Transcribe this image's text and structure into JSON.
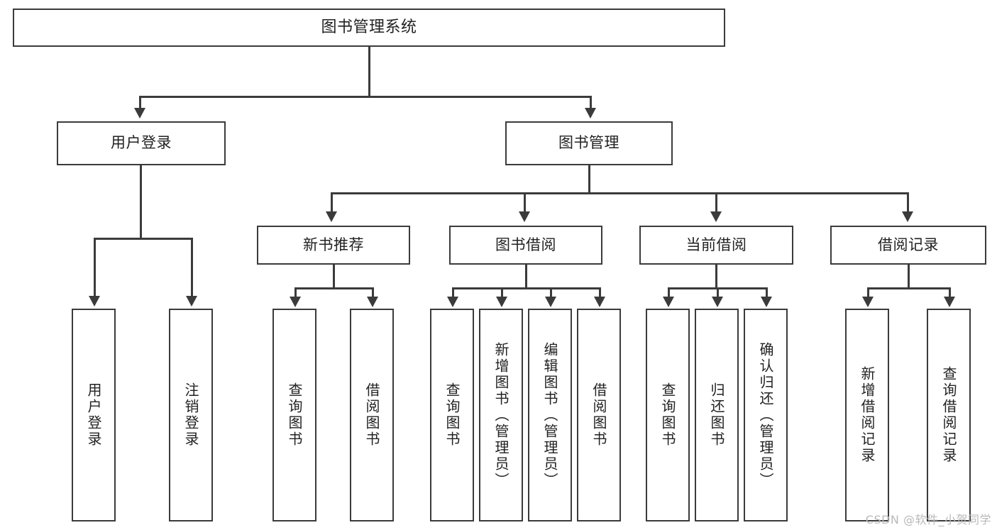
{
  "diagram": {
    "type": "tree-hierarchy",
    "title": "图书管理系统",
    "root": {
      "label": "图书管理系统",
      "children": [
        {
          "label": "用户登录",
          "children": [
            {
              "label": "用户登录"
            },
            {
              "label": "注销登录"
            }
          ]
        },
        {
          "label": "图书管理",
          "children": [
            {
              "label": "新书推荐",
              "children": [
                {
                  "label": "查询图书"
                },
                {
                  "label": "借阅图书"
                }
              ]
            },
            {
              "label": "图书借阅",
              "children": [
                {
                  "label": "查询图书"
                },
                {
                  "label": "新增图书（管理员）"
                },
                {
                  "label": "编辑图书（管理员）"
                },
                {
                  "label": "借阅图书"
                }
              ]
            },
            {
              "label": "当前借阅",
              "children": [
                {
                  "label": "查询图书"
                },
                {
                  "label": "归还图书"
                },
                {
                  "label": "确认归还（管理员）"
                }
              ]
            },
            {
              "label": "借阅记录",
              "children": [
                {
                  "label": "新增借阅记录"
                },
                {
                  "label": "查询借阅记录"
                }
              ]
            }
          ]
        }
      ]
    },
    "nodes": {
      "root": "图书管理系统",
      "l1_user_login": "用户登录",
      "l1_book_manage": "图书管理",
      "l2_new_book_rec": "新书推荐",
      "l2_book_borrow": "图书借阅",
      "l2_current_borrow": "当前借阅",
      "l2_borrow_record": "借阅记录",
      "leaf_user_login": "用户登录",
      "leaf_logout": "注销登录",
      "leaf_rec_query": "查询图书",
      "leaf_rec_borrow": "借阅图书",
      "leaf_borrow_query": "查询图书",
      "leaf_borrow_add": "新增图书（管理员）",
      "leaf_borrow_edit": "编辑图书（管理员）",
      "leaf_borrow_do": "借阅图书",
      "leaf_cur_query": "查询图书",
      "leaf_cur_return": "归还图书",
      "leaf_cur_confirm": "确认归还（管理员）",
      "leaf_rec_add": "新增借阅记录",
      "leaf_rec_query2": "查询借阅记录"
    },
    "colors": {
      "stroke": "#3b3b3b",
      "fill": "#ffffff",
      "text": "#222222",
      "background": "#ffffff",
      "watermark": "#b9b9b9"
    }
  },
  "watermark": {
    "text": "CSDN @软件_小贺同学"
  }
}
